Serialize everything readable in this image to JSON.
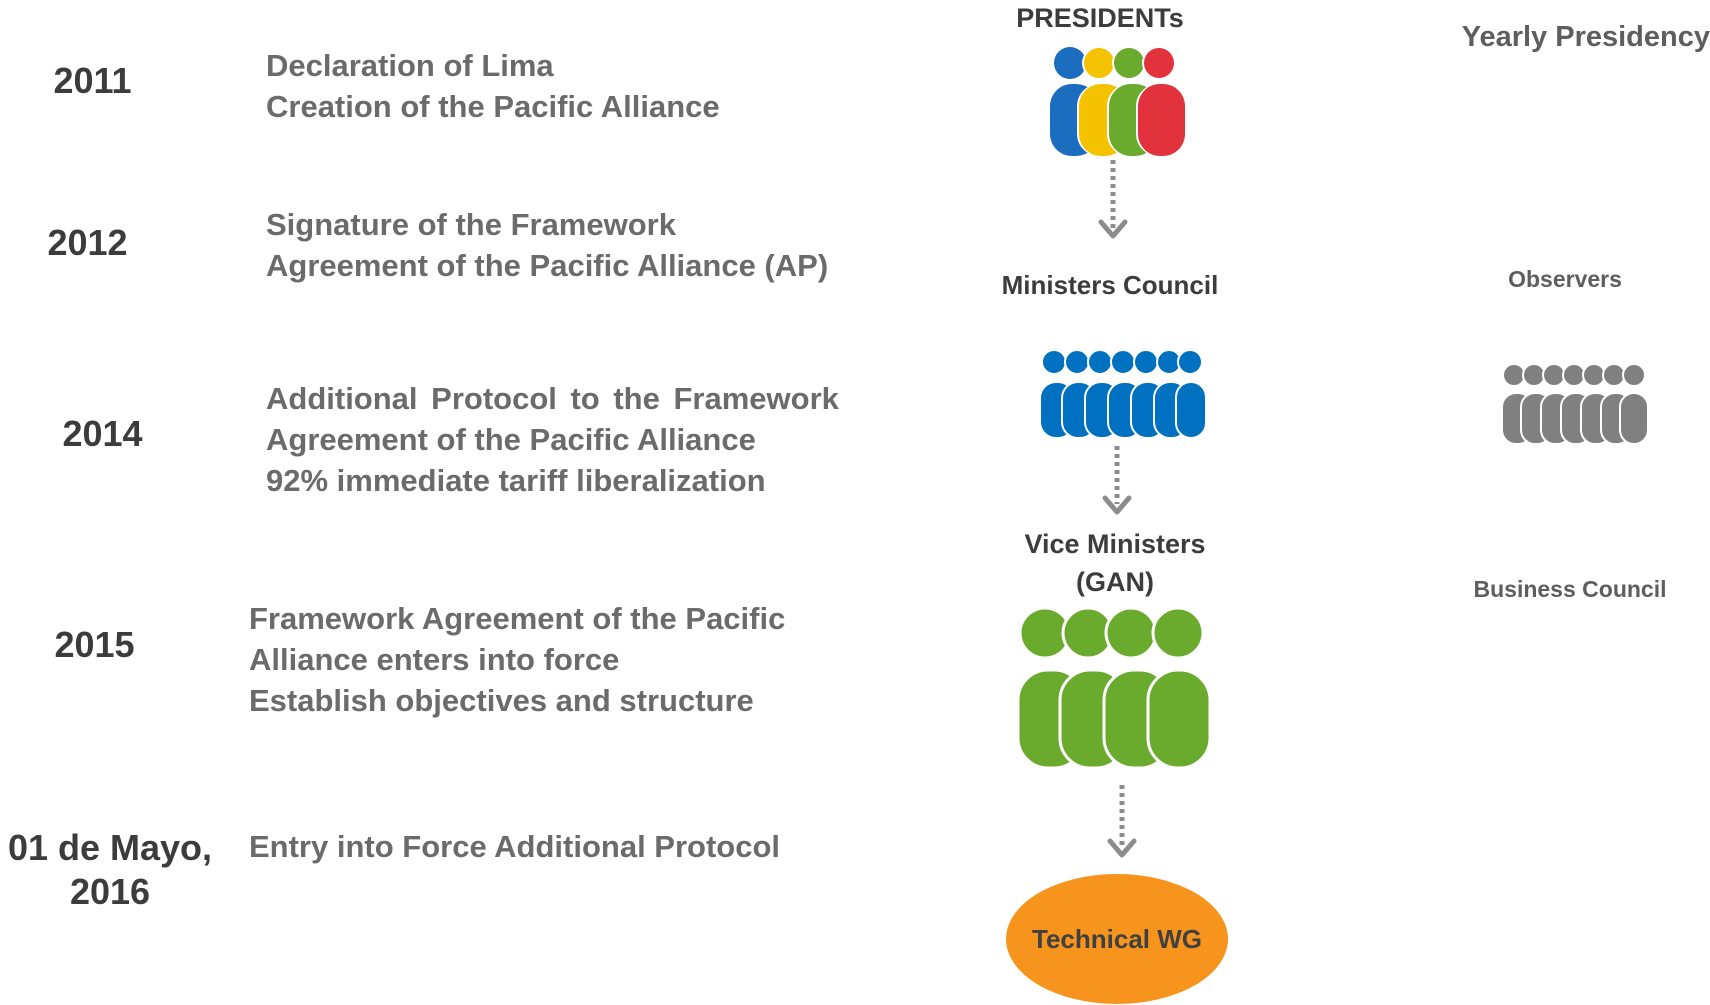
{
  "timeline": [
    {
      "year": "2011",
      "lines": [
        "Declaration of Lima",
        "Creation of the Pacific Alliance"
      ]
    },
    {
      "year": "2012",
      "lines": [
        "Signature of the Framework",
        "Agreement of the Pacific Alliance (AP)"
      ]
    },
    {
      "year": "2014",
      "lines": [
        "Additional Protocol to the Framework",
        "Agreement of the Pacific Alliance",
        "92% immediate tariff liberalization"
      ]
    },
    {
      "year": "2015",
      "lines": [
        "Framework Agreement of the Pacific",
        "Alliance enters into force",
        "Establish objectives and structure"
      ]
    },
    {
      "year_lines": [
        "01 de Mayo,",
        "2016"
      ],
      "lines": [
        "Entry into Force Additional Protocol"
      ]
    }
  ],
  "structure": {
    "presidents_label": "PRESIDENTs",
    "ministers_label": "Ministers Council",
    "vice_ministers_lines": [
      "Vice Ministers",
      "(GAN)"
    ],
    "technical_label": "Technical WG",
    "yearly_presidency_label": "Yearly Presidency",
    "observers_label": "Observers",
    "business_council_label": "Business Council"
  },
  "colors": {
    "presidents": [
      "#1a6dbf",
      "#f5c200",
      "#6aab2e",
      "#e2323c"
    ],
    "ministers": "#0070c0",
    "vice_ministers": "#6aab2e",
    "observers": "#808080",
    "technical_wg": "#f7941d",
    "arrow": "#8c8c8c"
  }
}
